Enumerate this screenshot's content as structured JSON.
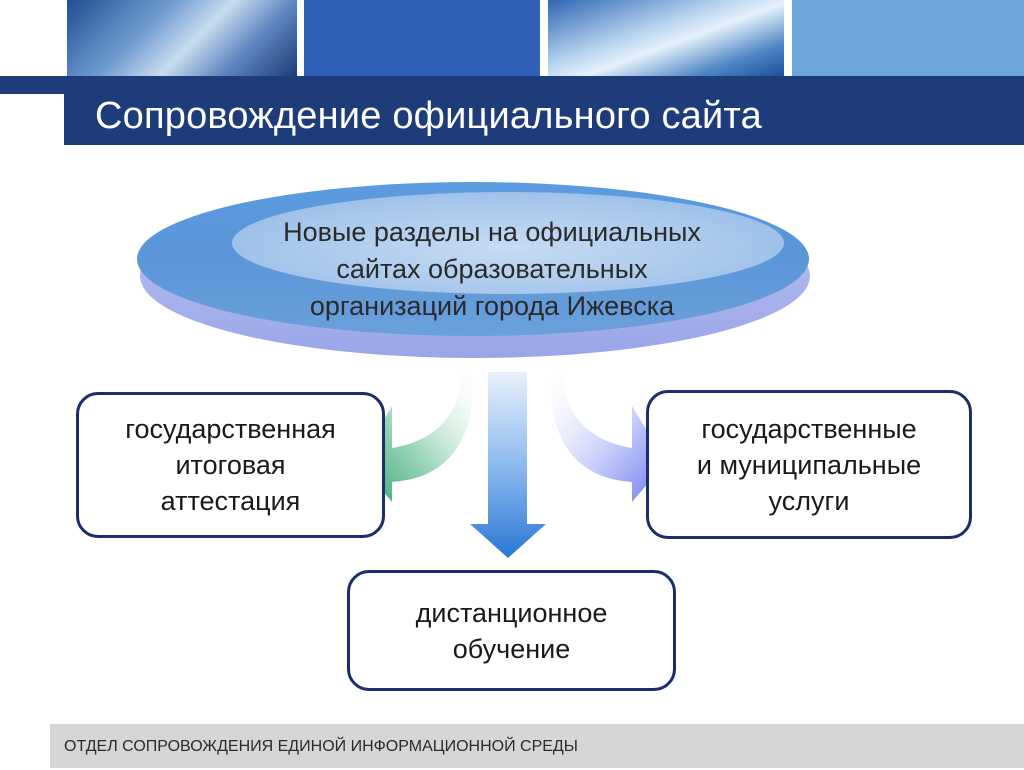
{
  "title": "Сопровождение официального сайта",
  "center_node": {
    "lines": [
      "Новые разделы на официальных",
      "сайтах образовательных",
      "организаций города Ижевска"
    ]
  },
  "nodes": {
    "left": "государственная\nитоговая\nаттестация",
    "right": "государственные\nи муниципальные\nуслуги",
    "bottom": "дистанционное\nобучение"
  },
  "footer": "ОТДЕЛ СОПРОВОЖДЕНИЯ ЕДИНОЙ ИНФОРМАЦИОННОЙ СРЕДЫ",
  "colors": {
    "header_bar": "#1e3b7a",
    "box_border": "#1b2d6b",
    "arrow_left": "#3fae7f",
    "arrow_down": "#2f7fd6",
    "arrow_right": "#7a8cf2",
    "ellipse": "#5c9be0",
    "footer_bar": "#d6d6d6"
  }
}
